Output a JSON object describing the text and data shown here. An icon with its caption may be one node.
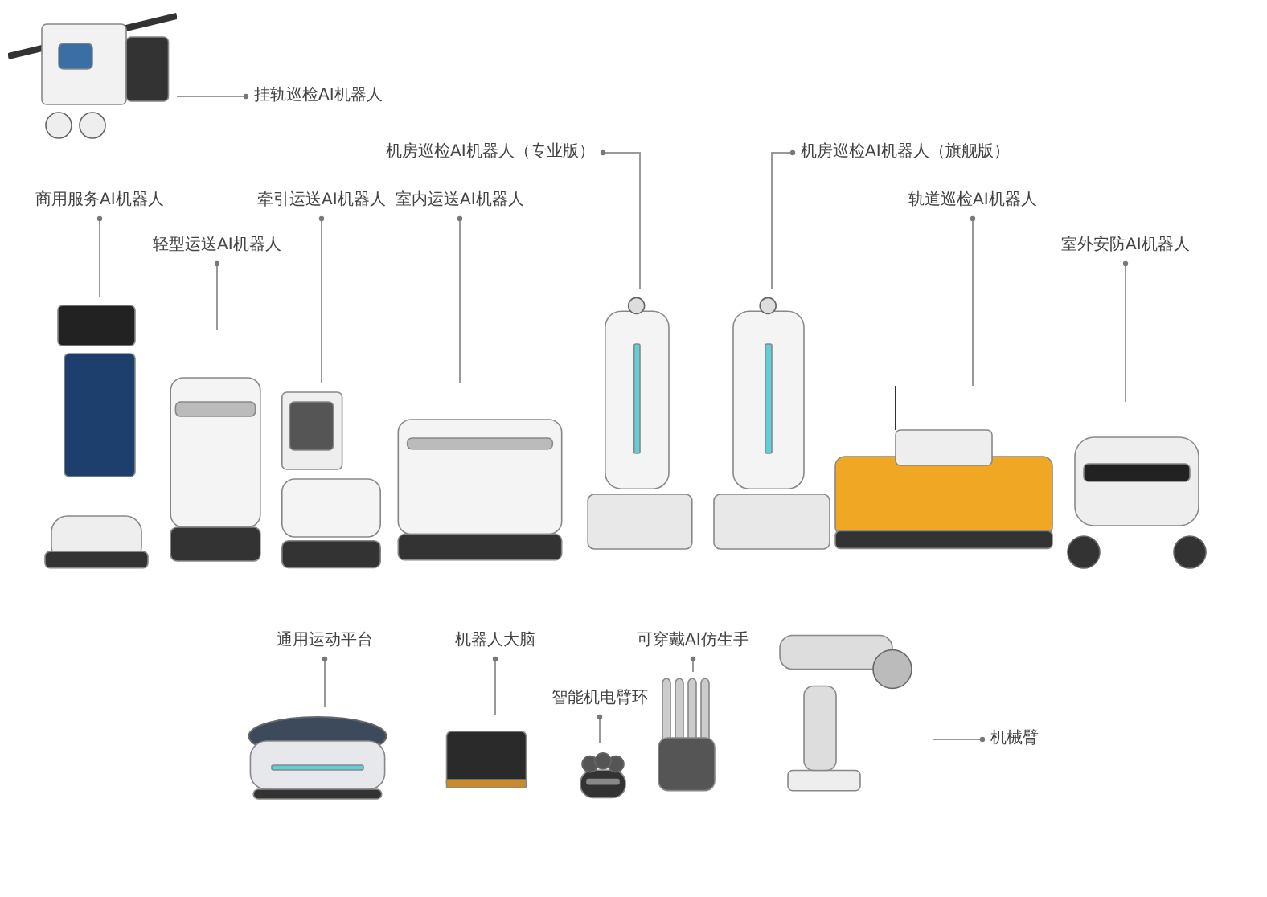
{
  "diagram": {
    "nodes": [
      {
        "text": [
          "挂轨巡检AI机器人"
        ]
      },
      {
        "text": [],
        "shape": "picture"
      },
      {
        "text": [
          "商用服务AI机器人"
        ]
      },
      {
        "text": [],
        "shape": "picture"
      },
      {
        "text": [
          "轻型运送AI机器人"
        ]
      },
      {
        "text": [],
        "shape": "picture"
      },
      {
        "text": [
          "牵引运送AI机器人"
        ]
      },
      {
        "text": [],
        "shape": "picture"
      },
      {
        "text": [
          "室内运送AI机器人"
        ]
      },
      {
        "text": [],
        "shape": "picture"
      },
      {
        "text": [
          "机房巡检AI机器人（专业版）"
        ]
      },
      {
        "text": [],
        "shape": "picture"
      },
      {
        "text": [
          "机房巡检AI机器人（旗舰版）"
        ]
      },
      {
        "text": [],
        "shape": "picture"
      },
      {
        "text": [
          "轨道巡检AI机器人"
        ]
      },
      {
        "text": [],
        "shape": "picture"
      },
      {
        "text": [
          "室外安防AI机器人"
        ]
      },
      {
        "text": [],
        "shape": "picture"
      },
      {
        "text": [
          "通用运动平台"
        ]
      },
      {
        "text": [],
        "shape": "picture"
      },
      {
        "text": [
          "机器人大脑"
        ]
      },
      {
        "text": [],
        "shape": "picture"
      },
      {
        "text": [
          "智能机电臂环"
        ]
      },
      {
        "text": [],
        "shape": "picture"
      },
      {
        "text": [
          "可穿戴AI仿生手"
        ]
      },
      {
        "text": [],
        "shape": "picture"
      },
      {
        "text": [
          "机械臂"
        ]
      },
      {
        "text": [],
        "shape": "picture"
      }
    ],
    "edges": [
      {
        "from": 0,
        "to": 1,
        "arrow": "other"
      },
      {
        "from": 2,
        "to": 3,
        "arrow": "other"
      },
      {
        "from": 4,
        "to": 5,
        "arrow": "other"
      },
      {
        "from": 6,
        "to": 7,
        "arrow": "other"
      },
      {
        "from": 8,
        "to": 9,
        "arrow": "other"
      },
      {
        "from": 10,
        "to": 11,
        "arrow": "other"
      },
      {
        "from": 12,
        "to": 13,
        "arrow": "other"
      },
      {
        "from": 14,
        "to": 15,
        "arrow": "other"
      },
      {
        "from": 16,
        "to": 17,
        "arrow": "other"
      },
      {
        "from": 18,
        "to": 19,
        "arrow": "other"
      },
      {
        "from": 20,
        "to": 21,
        "arrow": "other"
      },
      {
        "from": 22,
        "to": 23,
        "arrow": "other"
      },
      {
        "from": 24,
        "to": 25,
        "arrow": "other"
      },
      {
        "from": 26,
        "to": 27,
        "arrow": "other"
      }
    ]
  }
}
